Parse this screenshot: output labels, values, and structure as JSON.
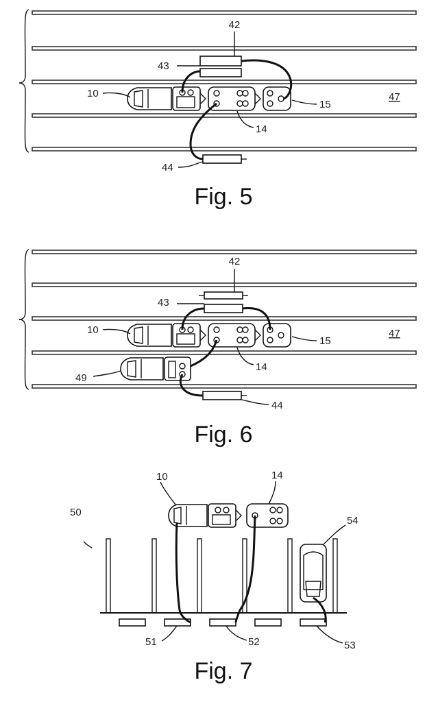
{
  "figures": [
    {
      "caption": "Fig. 5"
    },
    {
      "caption": "Fig. 6"
    },
    {
      "caption": "Fig. 7"
    }
  ],
  "fig5": {
    "labels": {
      "l42": "42",
      "l43": "43",
      "l10": "10",
      "l47": "47",
      "l15": "15",
      "l14": "14",
      "l44": "44"
    }
  },
  "fig6": {
    "labels": {
      "l42": "42",
      "l43": "43",
      "l10": "10",
      "l47": "47",
      "l15": "15",
      "l14": "14",
      "l49": "49",
      "l44": "44"
    }
  },
  "fig7": {
    "labels": {
      "l10": "10",
      "l14": "14",
      "l50": "50",
      "l54": "54",
      "l51": "51",
      "l52": "52",
      "l53": "53"
    }
  }
}
